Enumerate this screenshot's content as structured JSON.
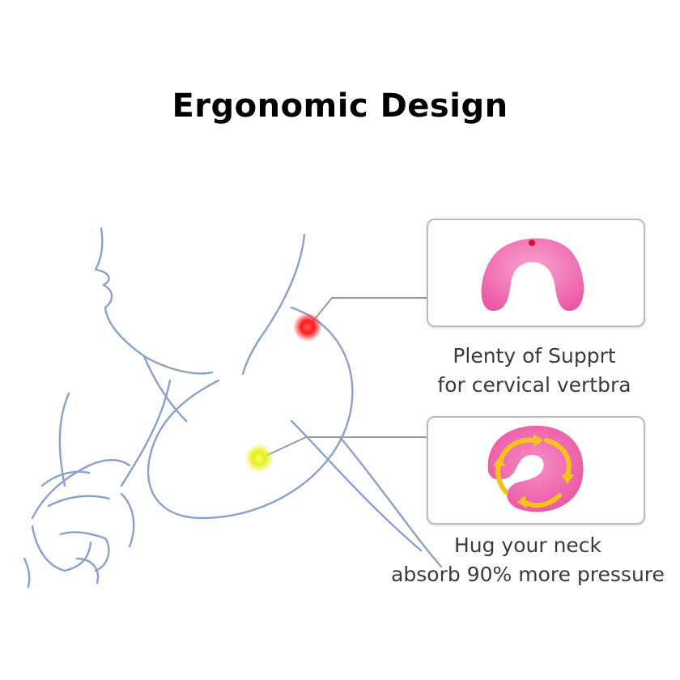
{
  "title": "Ergonomic Design",
  "features": [
    {
      "line1": "Plenty of Supprt",
      "line2": "for cervical vertbra",
      "marker_color": "#ff1a1a"
    },
    {
      "line1": "Hug your neck",
      "line2": "absorb 90% more pressure",
      "marker_color": "#e6ef1a"
    }
  ],
  "colors": {
    "pillow": "#f472ba",
    "sketch": "#8aa1c9",
    "arrows": "#f3c21b",
    "leader": "#9a9a9a"
  },
  "icons": [
    "neck-sketch",
    "u-pillow-top-view",
    "u-pillow-hug-view",
    "circular-arrow-icon"
  ]
}
